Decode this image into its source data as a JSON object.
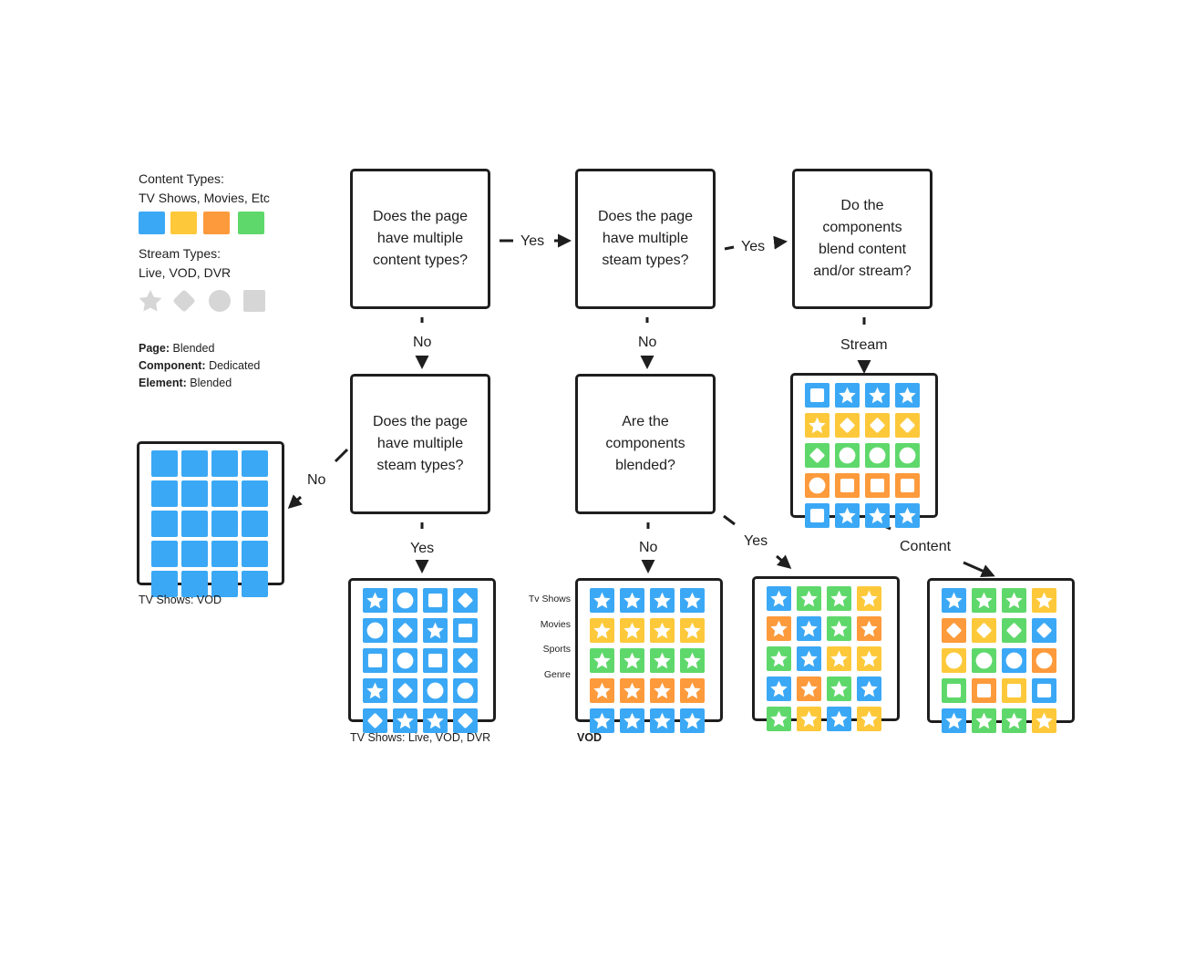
{
  "legend": {
    "content_title": "Content Types:",
    "content_subtitle": "TV Shows, Movies, Etc",
    "content_colors": [
      "#3ba8f5",
      "#fdc93b",
      "#fd9a3b",
      "#5fd86b"
    ],
    "stream_title": "Stream Types:",
    "stream_subtitle": "Live, VOD, DVR",
    "stream_icons": [
      "star-icon",
      "diamond-icon",
      "circle-icon",
      "square-icon"
    ],
    "page_key": "Page:",
    "page_value": " Blended",
    "component_key": "Component:",
    "component_value": " Dedicated",
    "element_key": "Element:",
    "element_value": " Blended"
  },
  "questions": {
    "q1": "Does the page have multiple content types?",
    "q2": "Does the page have multiple steam types?",
    "q3": "Do the components blend content and/or stream?",
    "q4": "Does the page have multiple steam types?",
    "q5": "Are the components blended?"
  },
  "edges": {
    "q1_q2": "Yes",
    "q2_q3": "Yes",
    "q1_q4": "No",
    "q2_q5": "No",
    "q3_stream": "Stream",
    "q4_single": "No",
    "q4_multi": "Yes",
    "q5_no": "No",
    "q5_yes": "Yes",
    "q3_content": "Content"
  },
  "captions": {
    "single": "TV Shows: VOD",
    "multi_stream": "TV Shows: Live, VOD, DVR",
    "dedicated": "VOD"
  },
  "row_labels": [
    "Tv Shows",
    "Movies",
    "Sports",
    "Genre"
  ],
  "colors": {
    "blue": "#3ba8f5",
    "yellow": "#fdc93b",
    "orange": "#fd9a3b",
    "green": "#5fd86b",
    "gray": "#d6d6d6",
    "stroke": "#1e1e1e"
  }
}
